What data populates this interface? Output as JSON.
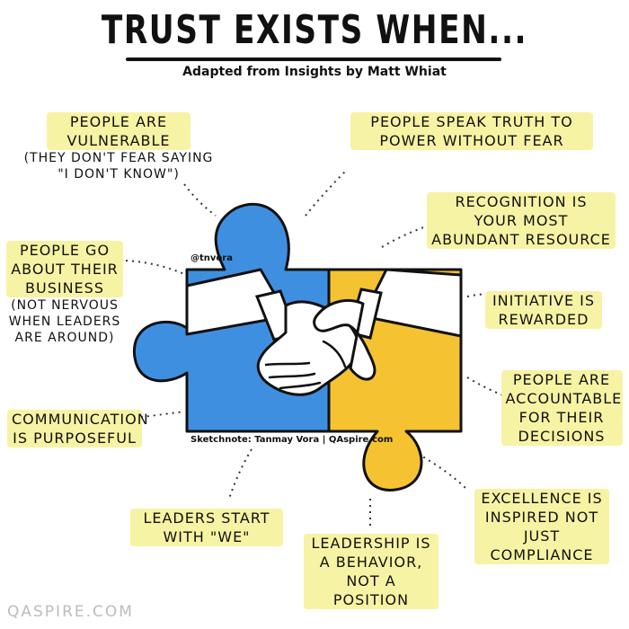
{
  "title": "TRUST EXISTS WHEN...",
  "subtitle": "Adapted from Insights by Matt Whiat",
  "handle": "@tnvora",
  "credit": "Sketchnote: Tanmay Vora | QAspire.com",
  "footer": "QASPIRE.COM",
  "colors": {
    "blue": "#3f8fe0",
    "yellow": "#f5c232",
    "highlight": "#f7f3a4"
  },
  "notes": {
    "vulnerable": {
      "main": "PEOPLE ARE VULNERABLE",
      "aside": "(THEY DON'T FEAR SAYING \"I DON'T KNOW\")"
    },
    "speak_truth": "PEOPLE SPEAK TRUTH TO POWER WITHOUT FEAR",
    "recognition": "RECOGNITION IS YOUR MOST ABUNDANT RESOURCE",
    "go_about": {
      "main": "PEOPLE GO ABOUT THEIR BUSINESS",
      "aside": "(NOT NERVOUS WHEN LEADERS ARE AROUND)"
    },
    "initiative": "INITIATIVE IS REWARDED",
    "accountable": "PEOPLE ARE ACCOUNTABLE FOR THEIR DECISIONS",
    "communication": "COMMUNICATION IS PURPOSEFUL",
    "excellence": "EXCELLENCE IS INSPIRED NOT JUST COMPLIANCE",
    "leaders_we": "LEADERS START WITH \"WE\"",
    "behavior": "LEADERSHIP IS A BEHAVIOR, NOT A POSITION"
  }
}
